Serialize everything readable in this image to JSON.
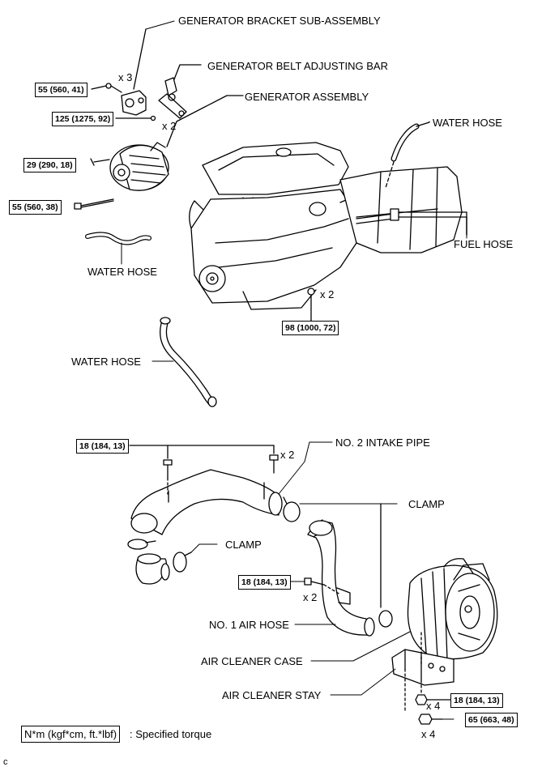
{
  "labels": {
    "generator_bracket": "GENERATOR BRACKET SUB-ASSEMBLY",
    "belt_adjusting_bar": "GENERATOR BELT ADJUSTING BAR",
    "generator_assembly": "GENERATOR ASSEMBLY",
    "water_hose_top_right": "WATER HOSE",
    "fuel_hose": "FUEL HOSE",
    "water_hose_left_1": "WATER HOSE",
    "water_hose_left_2": "WATER HOSE",
    "no2_intake_pipe": "NO. 2 INTAKE PIPE",
    "clamp_right": "CLAMP",
    "clamp_left": "CLAMP",
    "no1_air_hose": "NO. 1 AIR HOSE",
    "air_cleaner_case": "AIR CLEANER CASE",
    "air_cleaner_stay": "AIR CLEANER STAY"
  },
  "torques": {
    "t_55_41": "55 (560, 41)",
    "t_125": "125 (1275, 92)",
    "t_29": "29 (290, 18)",
    "t_55_38": "55 (560, 38)",
    "t_98": "98 (1000, 72)",
    "t_18_top": "18 (184, 13)",
    "t_18_mid": "18 (184, 13)",
    "t_18_stay": "18 (184, 13)",
    "t_65": "65 (663, 48)"
  },
  "quantities": {
    "q_bracket_x3": "x 3",
    "q_bar_x2": "x 2",
    "q_engine_x2": "x 2",
    "q_pipe_x2": "x 2",
    "q_airhose_x2": "x 2",
    "q_stay_x4": "x 4",
    "q_nut_x4": "x 4"
  },
  "legend": {
    "unit": "N*m (kgf*cm, ft.*lbf)",
    "text": ": Specified torque"
  },
  "corner_mark": "c"
}
